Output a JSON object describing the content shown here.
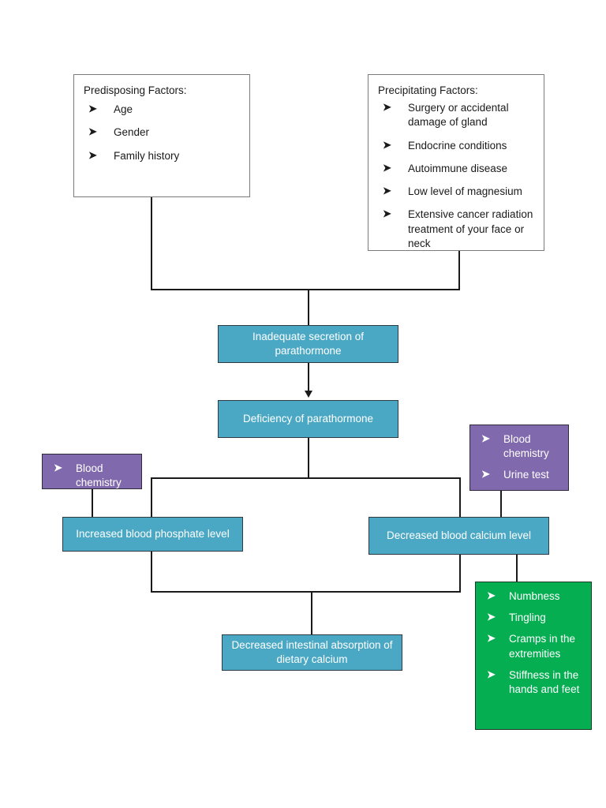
{
  "diagram": {
    "title": "Hypoparathyroidism pathophysiology flowchart",
    "bullet_glyph": "➤",
    "colors": {
      "blue": "#4aa8c4",
      "purple": "#8069ac",
      "green": "#04ae51",
      "white": "#ffffff",
      "line": "#1a1a1a"
    }
  },
  "nodes": {
    "predisposing": {
      "title": "Predisposing Factors:",
      "items": [
        "Age",
        "Gender",
        "Family history"
      ]
    },
    "precipitating": {
      "title": "Precipitating Factors:",
      "items": [
        "Surgery or accidental damage of gland",
        "Endocrine conditions",
        "Autoimmune disease",
        "Low level of magnesium",
        "Extensive cancer radiation treatment of your face or neck"
      ]
    },
    "inadequate_secretion": {
      "label": "Inadequate secretion of parathormone"
    },
    "deficiency": {
      "label": "Deficiency of parathormone"
    },
    "increased_phosphate": {
      "label": "Increased blood phosphate level"
    },
    "decreased_calcium": {
      "label": "Decreased blood calcium level"
    },
    "decreased_absorption": {
      "label": "Decreased intestinal absorption of dietary calcium"
    },
    "left_tests": {
      "items": [
        "Blood chemistry"
      ]
    },
    "right_tests": {
      "items": [
        "Blood chemistry",
        "Urine test"
      ]
    },
    "symptoms": {
      "items": [
        "Numbness",
        "Tingling",
        "Cramps in the extremities",
        "Stiffness in the hands and feet"
      ]
    }
  }
}
